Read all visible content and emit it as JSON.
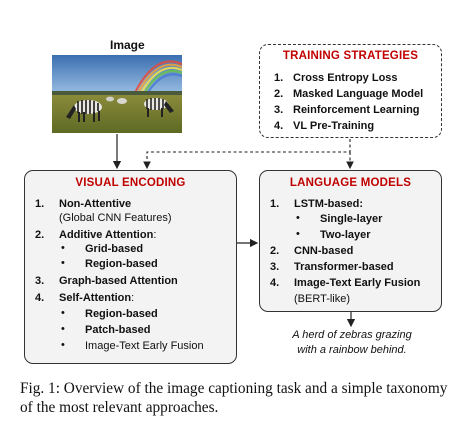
{
  "image_label": "Image",
  "training": {
    "title": "TRAINING STRATEGIES",
    "items": [
      {
        "num": "1.",
        "label": "Cross Entropy Loss"
      },
      {
        "num": "2.",
        "label": "Masked Language Model"
      },
      {
        "num": "3.",
        "label": "Reinforcement Learning"
      },
      {
        "num": "4.",
        "label": "VL Pre-Training"
      }
    ]
  },
  "visual": {
    "title": "VISUAL ENCODING",
    "i1_num": "1.",
    "i1_label": "Non-Attentive",
    "i1_sub": "(Global CNN Features)",
    "i2_num": "2.",
    "i2_label": "Additive Attention",
    "i2_colon": ":",
    "i2_b1": "Grid-based",
    "i2_b2": "Region-based",
    "i3_num": "3.",
    "i3_label": "Graph-based Attention",
    "i4_num": "4.",
    "i4_label": "Self-Attention",
    "i4_colon": ":",
    "i4_b1": "Region-based",
    "i4_b2": "Patch-based",
    "i4_b3": "Image-Text Early Fusion"
  },
  "language": {
    "title": "LANGUAGE MODELS",
    "i1_num": "1.",
    "i1_label": "LSTM-based:",
    "i1_b1": "Single-layer",
    "i1_b2": "Two-layer",
    "i2_num": "2.",
    "i2_label": "CNN-based",
    "i3_num": "3.",
    "i3_label": "Transformer-based",
    "i4_num": "4.",
    "i4_label": "Image-Text Early Fusion",
    "i4_sub": "(BERT-like)"
  },
  "generated_caption": {
    "line1": "A herd of zebras grazing",
    "line2": "with a rainbow behind."
  },
  "figure_caption": "Fig. 1: Overview of the image captioning task and a simple taxonomy of the most relevant approaches.",
  "colors": {
    "title_red": "#c00000",
    "box_fill": "#f3f3f3",
    "border": "#333333"
  }
}
